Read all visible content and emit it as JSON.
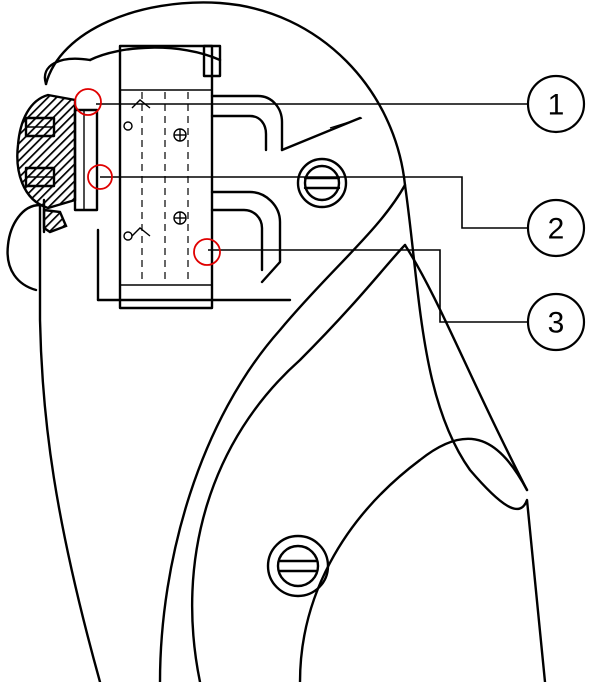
{
  "callouts": [
    {
      "label": "1"
    },
    {
      "label": "2"
    },
    {
      "label": "3"
    }
  ],
  "colors": {
    "line": "#000000",
    "background": "#ffffff",
    "marker": "#e00000"
  }
}
